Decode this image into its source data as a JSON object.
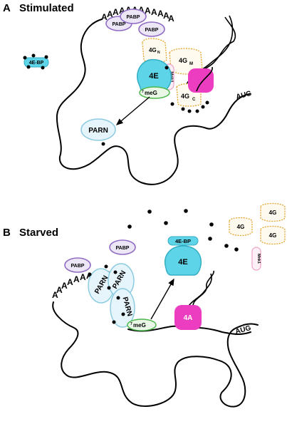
{
  "panels": {
    "a": {
      "letter": "A",
      "title": "Stimulated"
    },
    "b": {
      "letter": "B",
      "title": "Starved"
    }
  },
  "labels": {
    "pabp": "PABP",
    "four_e": "4E",
    "four_ebp": "4E-BP",
    "four_g": "4G",
    "four_g_n": "4G",
    "four_g_n_sub": "N",
    "four_g_m_sub": "M",
    "four_g_c_sub": "C",
    "cap": "meG",
    "cap_sup": "7",
    "parn": "PARN",
    "aug": "AUG",
    "mnk1": "Mnk1",
    "four_a": "4A",
    "poly_a": "A"
  },
  "colors": {
    "pabp_stroke": "#8f6bc4",
    "pabp_fill": "#ece6f7",
    "eif4e_fill": "#5ed4e8",
    "eif4e_stroke": "#34aec4",
    "eif4g_stroke": "#e2a52e",
    "eif4g_fill": "#fffaf0",
    "eif4a_fill": "#ec3dc0",
    "cap_stroke": "#4ab84a",
    "cap_fill": "#e9f7e6",
    "parn_fill": "#e6f5fb",
    "parn_stroke": "#8ccbe0",
    "mnk1_stroke": "#e9a2c8",
    "mnk1_fill": "#fff0f8"
  }
}
